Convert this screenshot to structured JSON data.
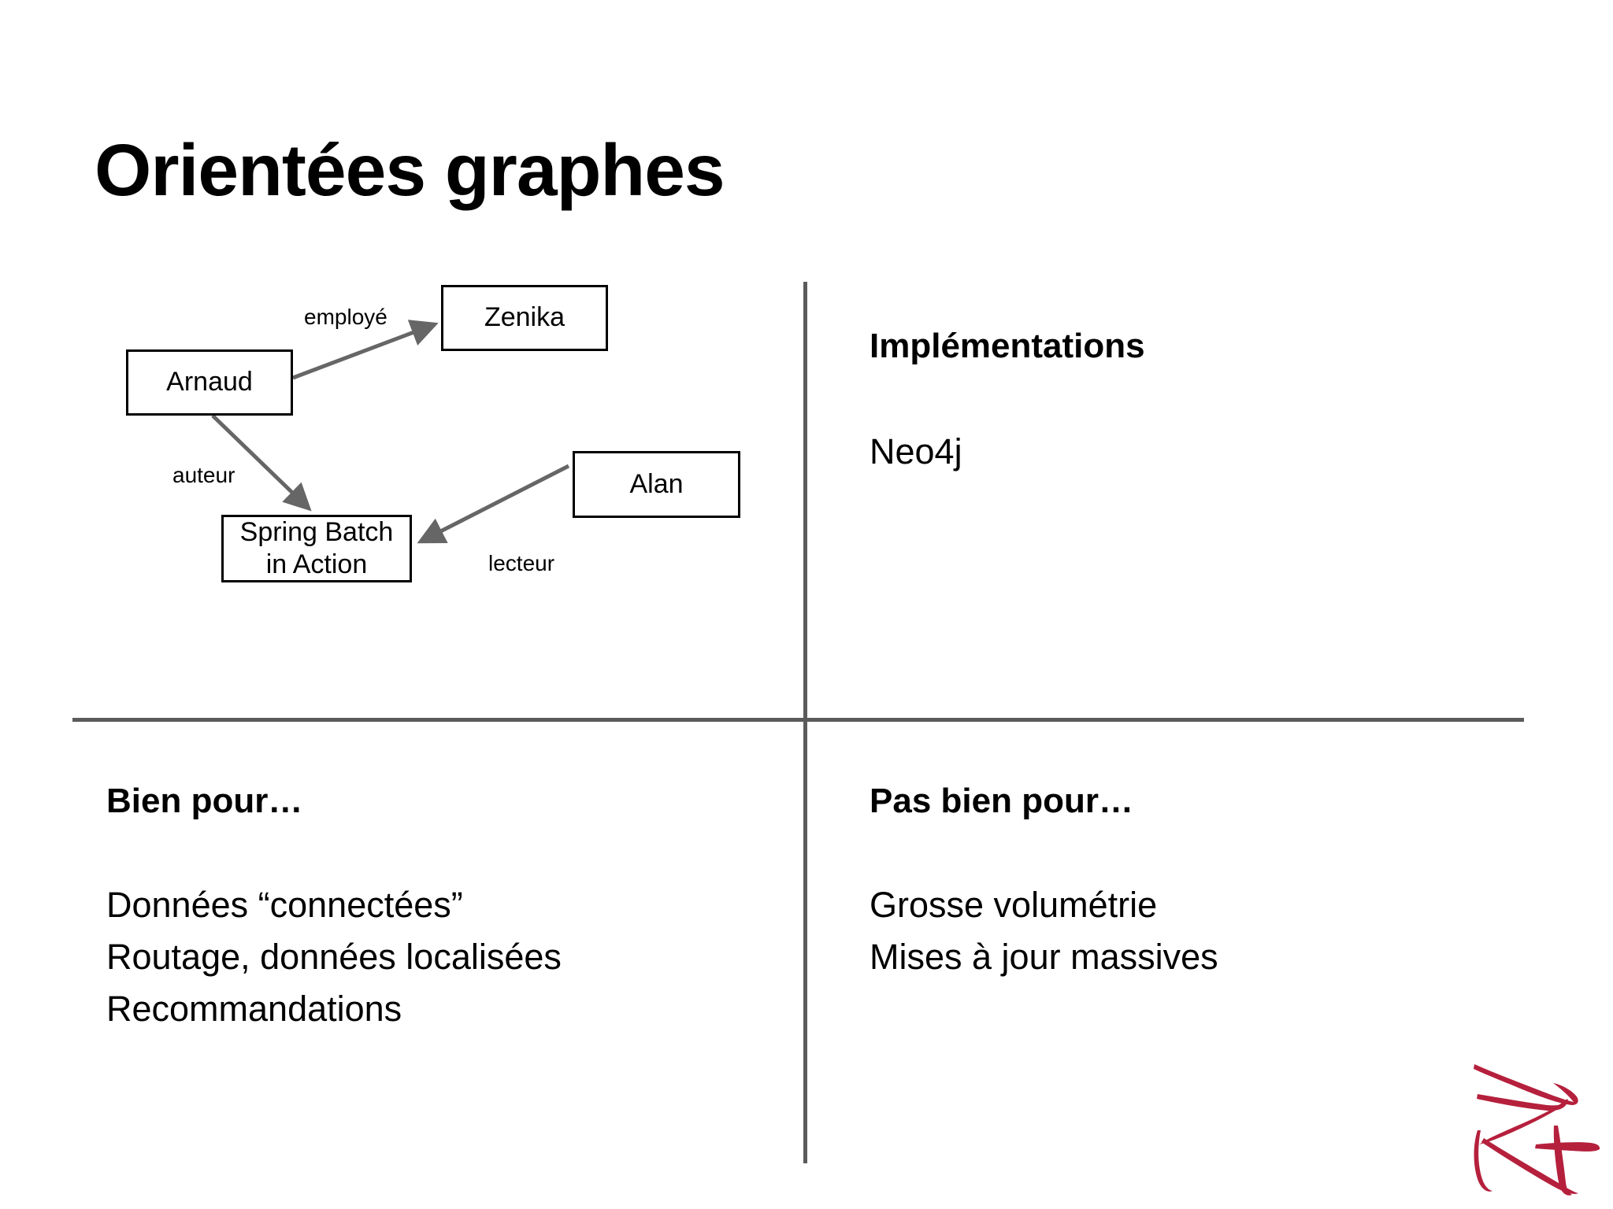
{
  "slide": {
    "title": "Orientées graphes",
    "background_color": "#ffffff",
    "text_color": "#000000",
    "divider_color": "#5b5b5b"
  },
  "diagram": {
    "type": "graph",
    "nodes": [
      {
        "id": "arnaud",
        "label": "Arnaud"
      },
      {
        "id": "zenika",
        "label": "Zenika"
      },
      {
        "id": "spring",
        "label": "Spring Batch\nin Action"
      },
      {
        "id": "alan",
        "label": "Alan"
      }
    ],
    "edges": [
      {
        "from": "arnaud",
        "to": "zenika",
        "label": "employé"
      },
      {
        "from": "arnaud",
        "to": "spring",
        "label": "auteur"
      },
      {
        "from": "alan",
        "to": "spring",
        "label": "lecteur"
      }
    ],
    "edge_color": "#666666",
    "node_border_color": "#000000"
  },
  "quadrants": {
    "implementations": {
      "heading": "Implémentations",
      "body": "Neo4j"
    },
    "good_for": {
      "heading": "Bien pour…",
      "body": "Données “connectées”\nRoutage, données localisées\nRecommandations"
    },
    "bad_for": {
      "heading": "Pas bien pour…",
      "body": "Grosse volumétrie\nMises à jour massives"
    }
  },
  "logo": {
    "name": "zenika-logo",
    "color": "#b5203c"
  }
}
